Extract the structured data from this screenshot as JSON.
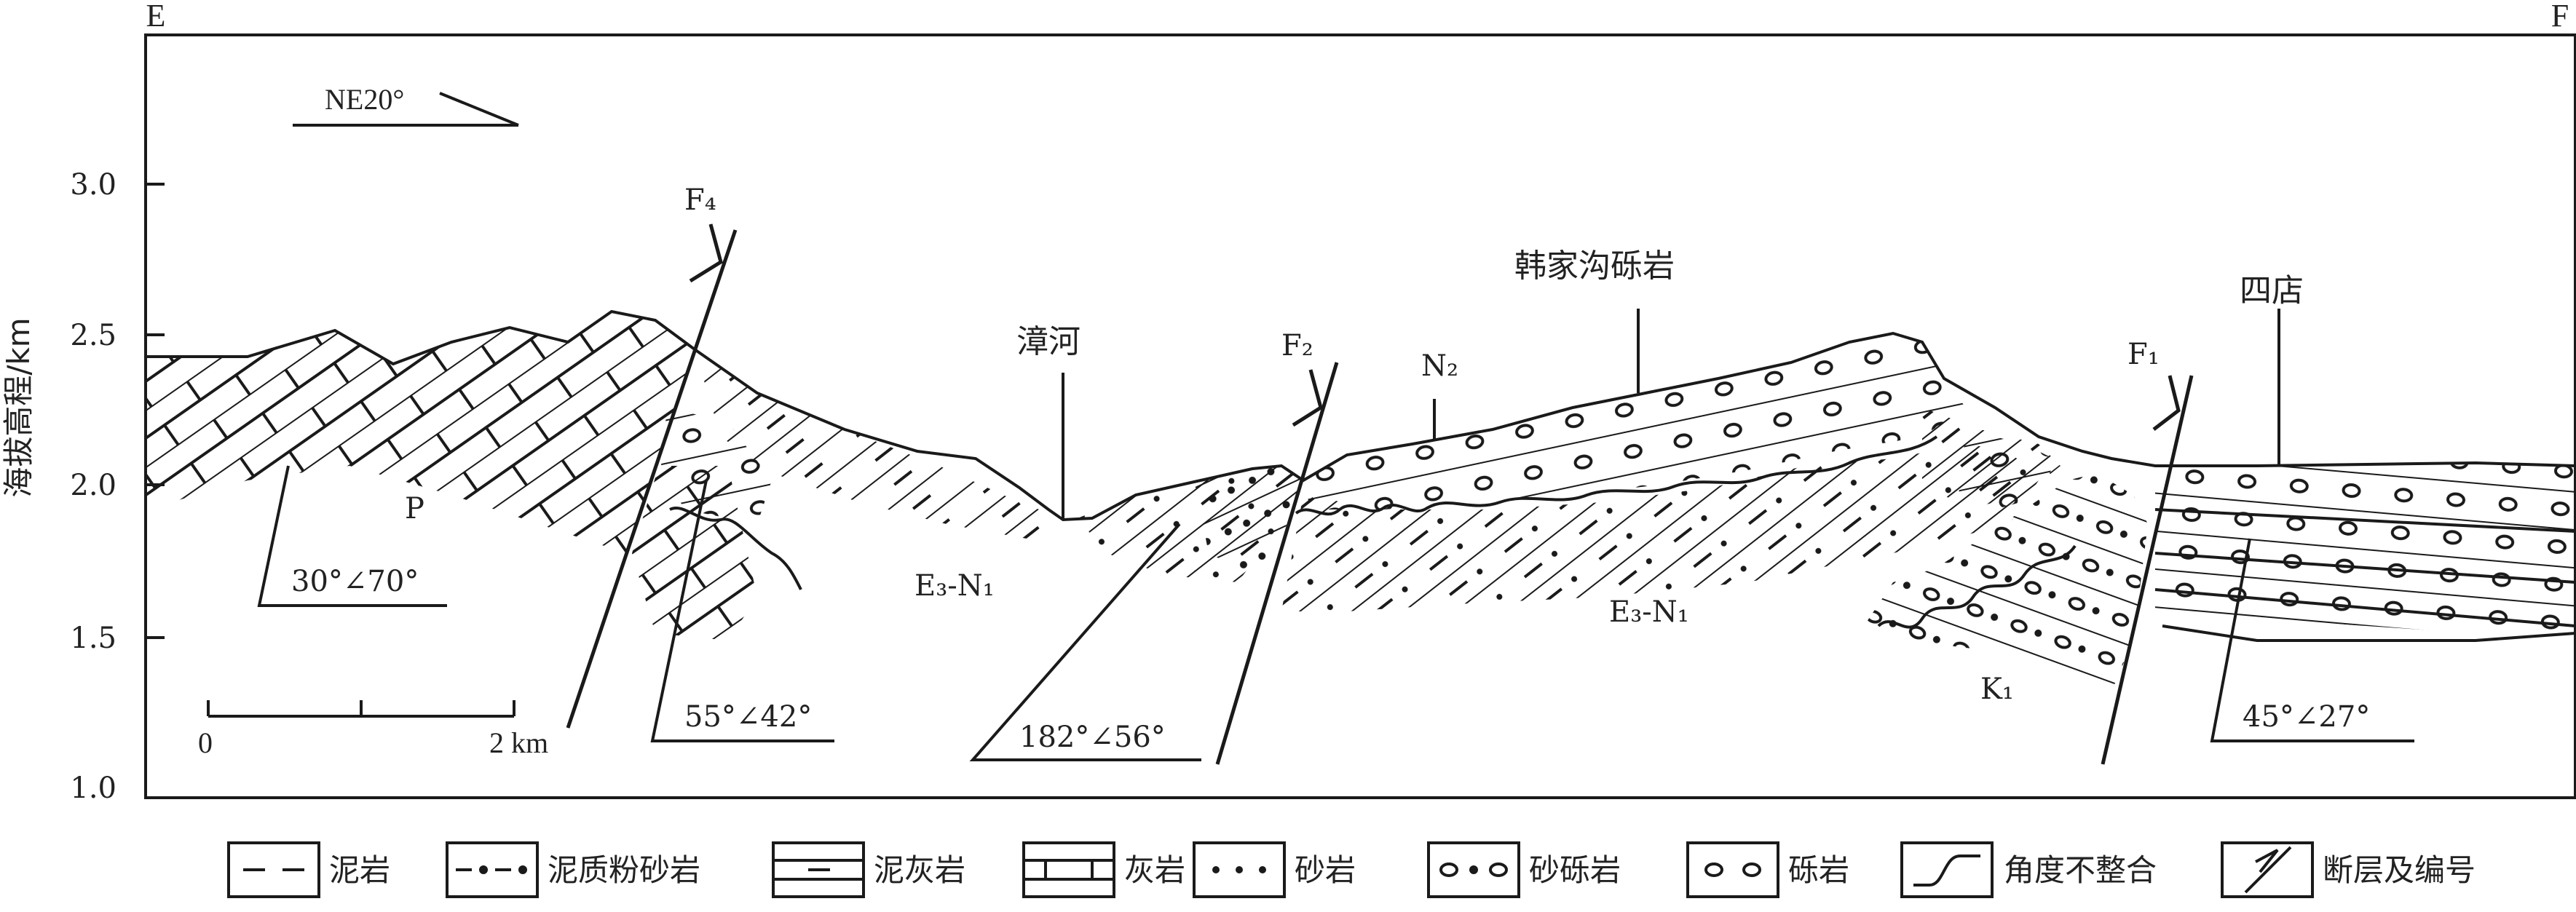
{
  "profile": {
    "left_end": "E",
    "right_end": "F",
    "direction": "NE20°",
    "y_axis_label": "海拔高程/km",
    "y_ticks": [
      "3.0",
      "2.5",
      "2.0",
      "1.5",
      "1.0"
    ],
    "scale_zero": "0",
    "scale_end": "2 km"
  },
  "units": {
    "permian": "P",
    "e3n1_left": "E₃-N₁",
    "e3n1_right": "E₃-N₁",
    "n2": "N₂",
    "k1": "K₁"
  },
  "places": {
    "river": "漳河",
    "conglomerate": "韩家沟砾岩",
    "town": "四店"
  },
  "faults": [
    "F₄",
    "F₂",
    "F₁"
  ],
  "attitudes": [
    "30°∠70°",
    "55°∠42°",
    "182°∠56°",
    "45°∠27°"
  ],
  "legend": [
    {
      "symbol": "mudstone-icon",
      "label": "泥岩"
    },
    {
      "symbol": "silty-mudstone-icon",
      "label": "泥质粉砂岩"
    },
    {
      "symbol": "marl-icon",
      "label": "泥灰岩"
    },
    {
      "symbol": "limestone-icon",
      "label": "灰岩"
    },
    {
      "symbol": "sandstone-icon",
      "label": "砂岩"
    },
    {
      "symbol": "sandy-conglomerate-icon",
      "label": "砂砾岩"
    },
    {
      "symbol": "conglomerate-icon",
      "label": "砾岩"
    },
    {
      "symbol": "unconformity-icon",
      "label": "角度不整合"
    },
    {
      "symbol": "fault-icon",
      "label": "断层及编号"
    }
  ],
  "colors": {
    "line": "#1a1a1a",
    "background": "#ffffff"
  }
}
